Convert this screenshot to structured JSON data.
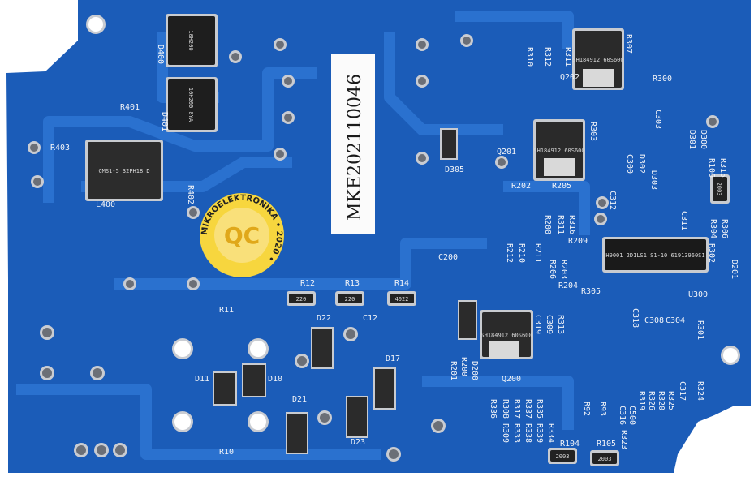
{
  "board": {
    "color": "#1b5cb8",
    "trace_color": "#2a71cf",
    "serial_label": "MKE202110046",
    "qc_sticker": {
      "ring_text": "MIKROELEKTRONIKA • 2020 •",
      "center": "QC",
      "color": "#f6d33a"
    }
  },
  "chips": {
    "L400": "CMS1-5 32PH18 D",
    "D400": "10H200",
    "D401": "10H200 8YA",
    "Q202": "SH184912 60S600",
    "Q201": "SH184912 60S600",
    "Q200": "SH184912 60S600",
    "U300": "H9001 2D1LS1 S1-10 61913960S1",
    "R12": "220",
    "R13": "220",
    "R14": "4022",
    "R104": "2003",
    "R105": "2003",
    "R315": "2003"
  },
  "silkscreen": [
    "D400",
    "D401",
    "R401",
    "R403",
    "R402",
    "L400",
    "R12",
    "R13",
    "R14",
    "C12",
    "R11",
    "R10",
    "D11",
    "D10",
    "D22",
    "D17",
    "D21",
    "D23",
    "R310",
    "R312",
    "R311",
    "R307",
    "Q202",
    "R300",
    "R303",
    "Q201",
    "C303",
    "D301",
    "D300",
    "R106",
    "R315",
    "D305",
    "C300",
    "D302",
    "D303",
    "R202",
    "R205",
    "R208",
    "R316",
    "R311",
    "C312",
    "C311",
    "R304",
    "R306",
    "R209",
    "R212",
    "R210",
    "R211",
    "R206",
    "R203",
    "R305",
    "R204",
    "R302",
    "U300",
    "D201",
    "C200",
    "R201",
    "R200",
    "D200",
    "C309",
    "C319",
    "R313",
    "Q200",
    "C318",
    "C308",
    "C304",
    "R301",
    "R308",
    "R336",
    "R317",
    "R309",
    "R337",
    "R335",
    "R333",
    "R338",
    "R339",
    "R334",
    "R93",
    "R92",
    "C316",
    "C500",
    "R323",
    "R319",
    "R326",
    "R320",
    "R325",
    "C317",
    "R324",
    "R104",
    "R105"
  ]
}
